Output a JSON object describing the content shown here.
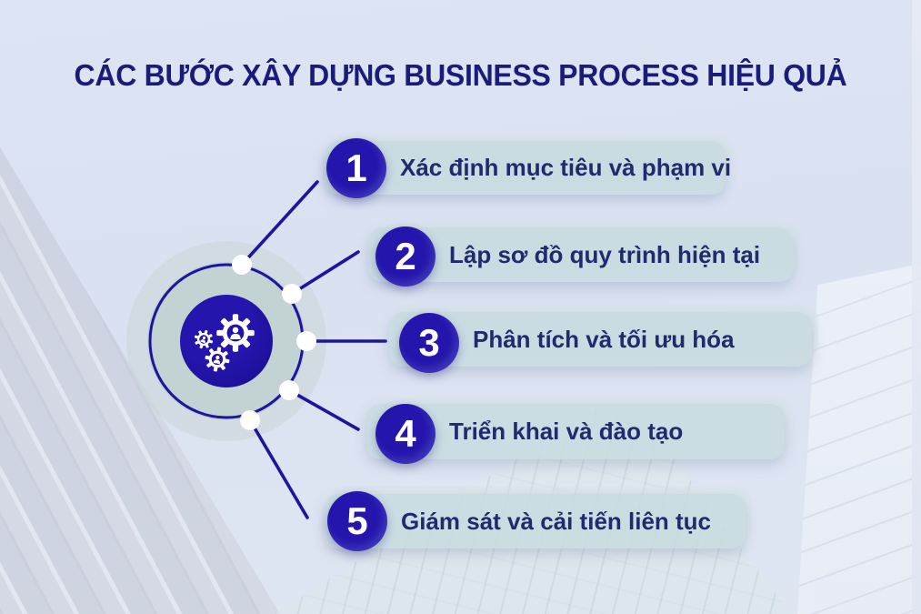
{
  "title": "CÁC BƯỚC XÂY DỰNG BUSINESS PROCESS HIỆU QUẢ",
  "steps": [
    {
      "number": "1",
      "label": "Xác định mục tiêu và phạm vi"
    },
    {
      "number": "2",
      "label": "Lập sơ đồ quy trình hiện tại"
    },
    {
      "number": "3",
      "label": "Phân tích và tối ưu hóa"
    },
    {
      "number": "4",
      "label": "Triển khai và đào tạo"
    },
    {
      "number": "5",
      "label": "Giám sát và cải tiến liên tục"
    }
  ],
  "hub": {
    "icon": "gears-people-icon"
  },
  "colors": {
    "accent_indigo": "#2213a7",
    "connector_blue": "#1c15a3",
    "pill_background": "#c7dadf",
    "title_navy": "#1a1c7c",
    "label_navy": "#202a6e",
    "dot_white": "#ffffff",
    "background_periwinkle": "#dce3f2",
    "hub_halo_sage": "#c2d2cd"
  }
}
